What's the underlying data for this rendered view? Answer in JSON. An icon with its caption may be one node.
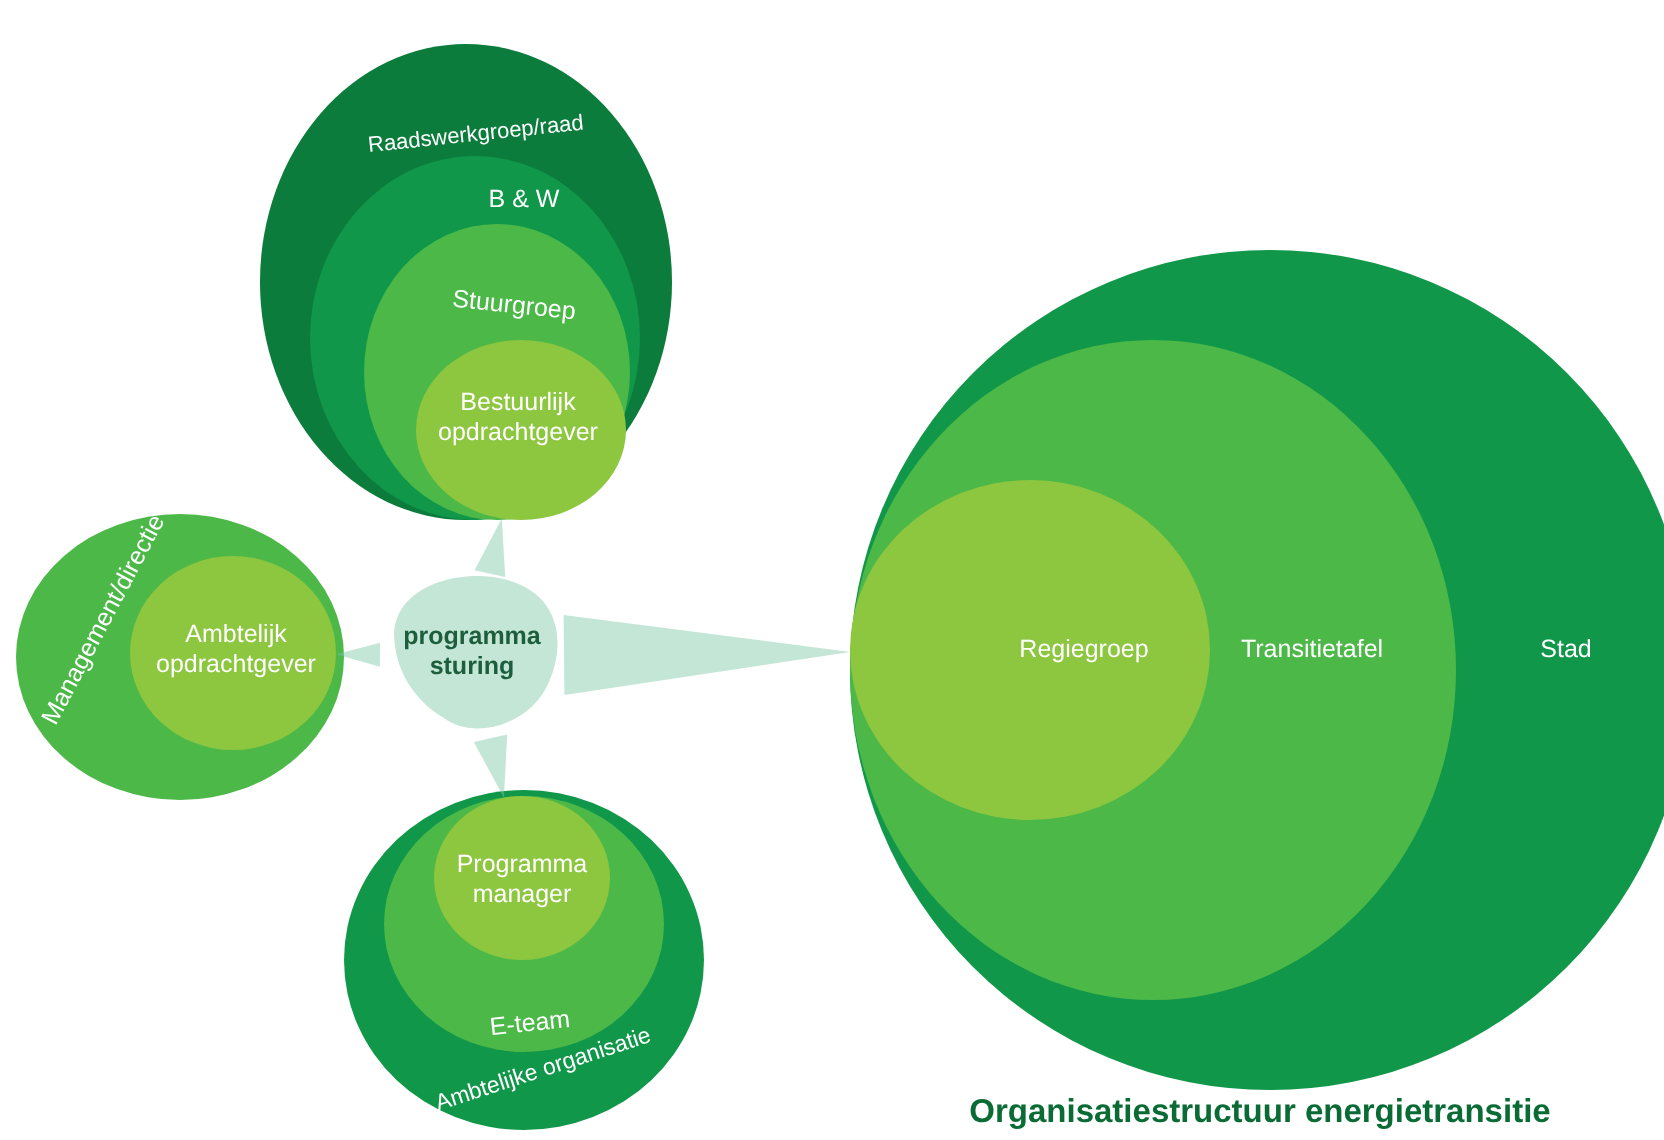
{
  "diagram": {
    "title": "Organisatiestructuur energietransitie",
    "nodes": [
      {
        "text": [
          "Raadswerkgroep/raad"
        ]
      },
      {
        "text": [
          "B & W"
        ],
        "in": 0
      },
      {
        "text": [
          "Stuurgroep"
        ],
        "in": 1
      },
      {
        "text": [
          "Bestuurlijk opdrachtgever"
        ],
        "in": 2
      },
      {
        "text": [
          "Management/directie"
        ]
      },
      {
        "text": [
          "Ambtelijk opdrachtgever"
        ],
        "in": 4
      },
      {
        "text": [
          "programma sturing"
        ]
      },
      {
        "text": [
          "Ambtelijke organisatie"
        ]
      },
      {
        "text": [
          "E-team"
        ],
        "in": 7
      },
      {
        "text": [
          "Programma manager"
        ],
        "in": 8
      },
      {
        "text": [
          "Stad"
        ]
      },
      {
        "text": [
          "Transitietafel"
        ],
        "in": 10
      },
      {
        "text": [
          "Regiegroep"
        ],
        "in": 11
      }
    ],
    "edges": [
      {
        "from": 6,
        "to": 3,
        "arrow": "to"
      },
      {
        "from": 6,
        "to": 5,
        "arrow": "to"
      },
      {
        "from": 6,
        "to": 9,
        "arrow": "to"
      },
      {
        "from": 6,
        "to": 12,
        "arrow": "to"
      }
    ]
  }
}
